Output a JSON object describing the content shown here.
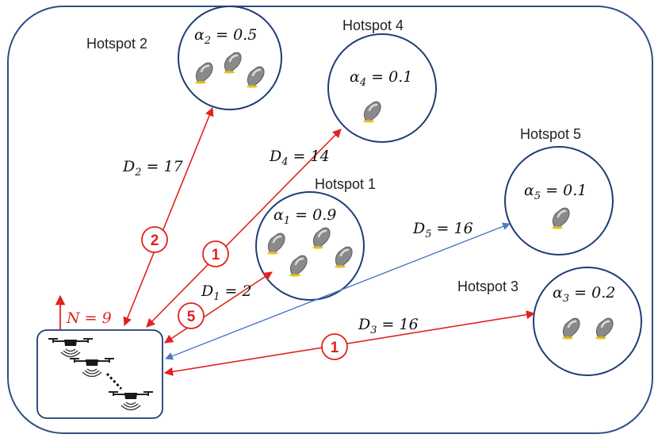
{
  "colors": {
    "frame": "#2f4f82",
    "red": "#e0231f",
    "blue": "#4a78c2",
    "circle": "#1f3d73",
    "user_body": "#8a8a8a",
    "user_highlight": "#e8c21a"
  },
  "icons": {
    "user": "phone-user-icon",
    "drone": "drone-icon",
    "up_arrow": "arrow-up-icon"
  },
  "fleet": {
    "label_var": "N",
    "label_eq": " = 9"
  },
  "hotspots": [
    {
      "name": "Hotspot 1",
      "alpha_sub": "1",
      "alpha_eq": " = 0.9",
      "users": 4
    },
    {
      "name": "Hotspot 2",
      "alpha_sub": "2",
      "alpha_eq": " = 0.5",
      "users": 3
    },
    {
      "name": "Hotspot 3",
      "alpha_sub": "3",
      "alpha_eq": " = 0.2",
      "users": 2
    },
    {
      "name": "Hotspot 4",
      "alpha_sub": "4",
      "alpha_eq": " = 0.1",
      "users": 1
    },
    {
      "name": "Hotspot 5",
      "alpha_sub": "5",
      "alpha_eq": " = 0.1",
      "users": 1
    }
  ],
  "links": [
    {
      "to": "Hotspot 1",
      "d_sub": "1",
      "d_eq": " = 2",
      "uavs": "5",
      "color": "red"
    },
    {
      "to": "Hotspot 2",
      "d_sub": "2",
      "d_eq": " = 17",
      "uavs": "2",
      "color": "red"
    },
    {
      "to": "Hotspot 3",
      "d_sub": "3",
      "d_eq": " = 16",
      "uavs": "1",
      "color": "red"
    },
    {
      "to": "Hotspot 4",
      "d_sub": "4",
      "d_eq": " = 14",
      "uavs": "1",
      "color": "red"
    },
    {
      "to": "Hotspot 5",
      "d_sub": "5",
      "d_eq": " = 16",
      "uavs": "",
      "color": "blue"
    }
  ]
}
